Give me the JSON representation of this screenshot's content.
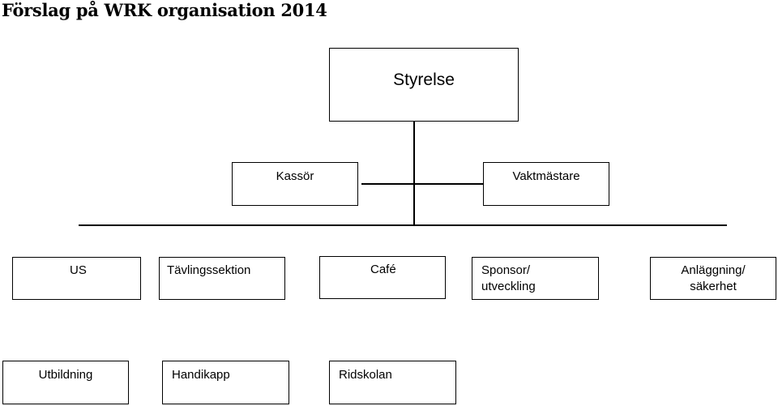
{
  "title": "Förslag på WRK organisation 2014",
  "board": "Styrelse",
  "staff": [
    "Kassör",
    "Vaktmästare"
  ],
  "sections": [
    "US",
    "Tävlingssektion",
    "Café",
    "Sponsor/",
    "utveckling",
    "Anläggning/",
    "säkerhet"
  ],
  "subsections": [
    "Utbildning",
    "Handikapp",
    "Ridskolan"
  ]
}
